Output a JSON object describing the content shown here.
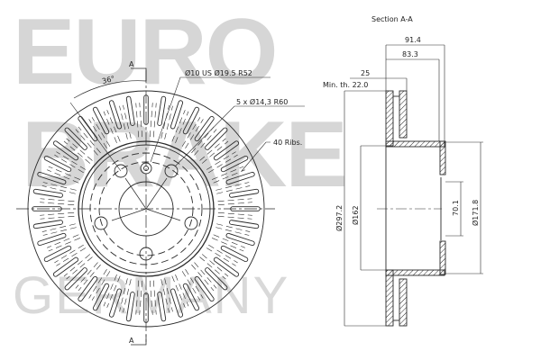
{
  "watermark": {
    "line1": "EURO",
    "line2": "BRAKE",
    "line3": "GERMANY",
    "color": "#d6d6d6"
  },
  "front_view": {
    "angle_label": "36°",
    "section_marker_top": "A",
    "section_marker_bottom": "A",
    "callout_center_hole": "Ø10 US Ø19.5 R52",
    "callout_bolt_holes": "5 x Ø14,3 R60",
    "callout_ribs": "40 Ribs."
  },
  "section_view": {
    "title": "Section A-A",
    "dim_overall_height": "91.4",
    "dim_hat_height": "83.3",
    "dim_thickness": "25",
    "min_thickness": "Min. th. 22.0",
    "dim_outer_diameter": "Ø297.2",
    "dim_hat_inner_diameter": "Ø162",
    "dim_center_bore": "70.1",
    "dim_hat_outer_diameter": "Ø171.8"
  },
  "colors": {
    "line": "#2a2a2a",
    "background": "#ffffff"
  }
}
